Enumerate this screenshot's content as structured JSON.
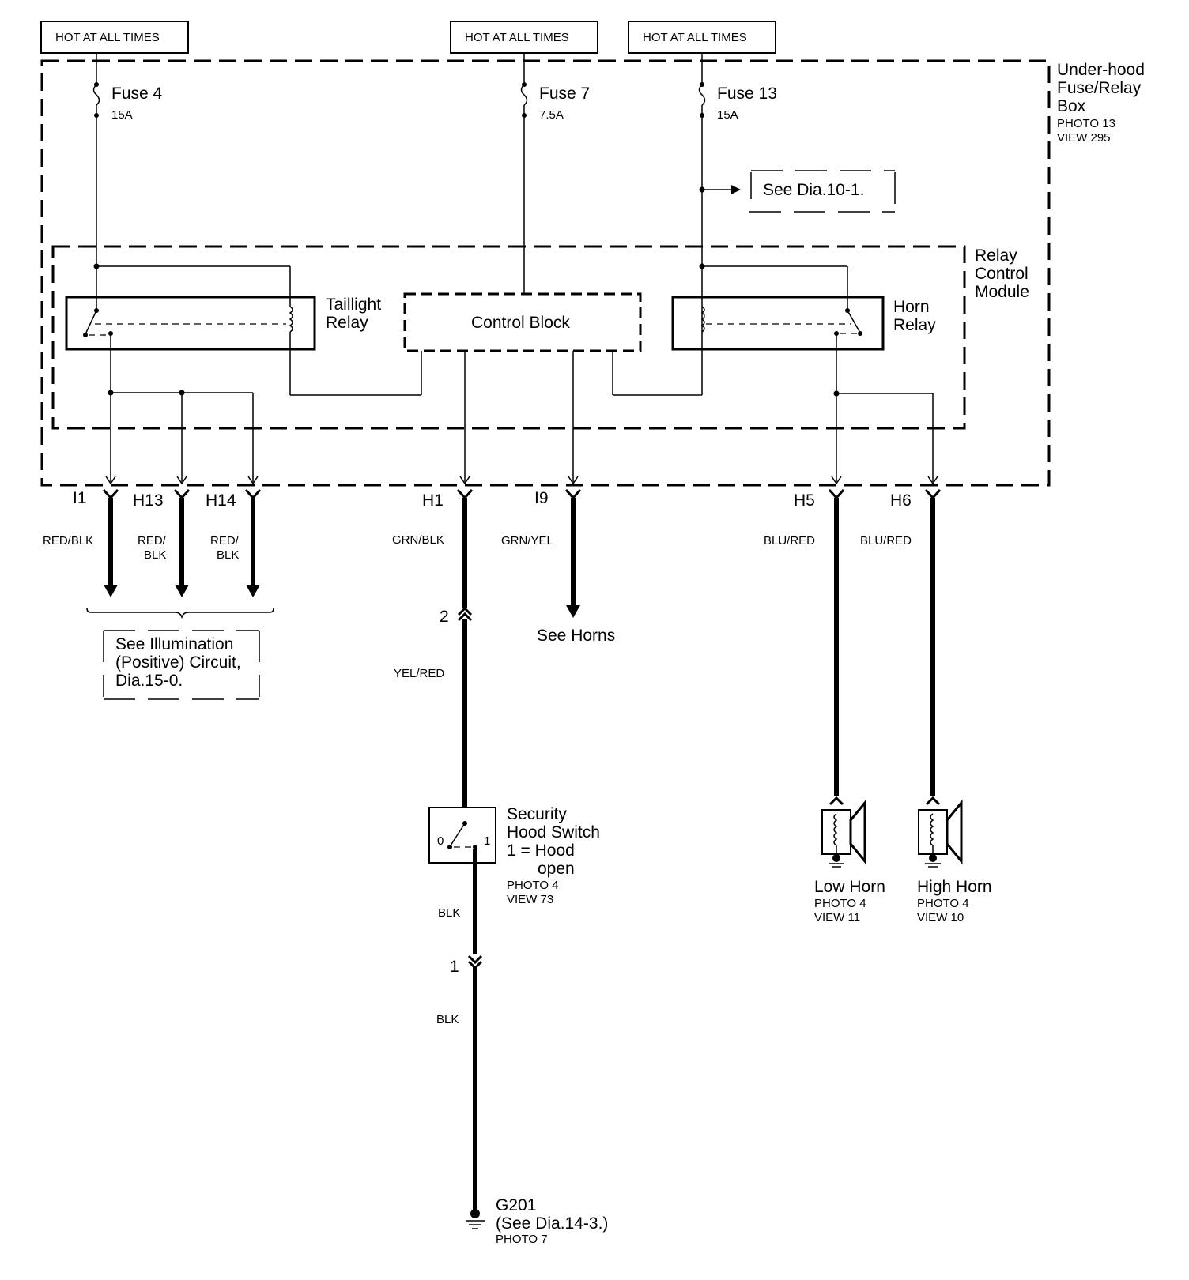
{
  "supplies": {
    "left": "HOT AT ALL TIMES",
    "middle": "HOT AT ALL TIMES",
    "right": "HOT AT ALL TIMES"
  },
  "fuse_box": {
    "line1": "Under-hood",
    "line2": "Fuse/Relay",
    "line3": "Box",
    "photo": "PHOTO 13",
    "view": "VIEW 295"
  },
  "fuses": [
    {
      "name": "Fuse 4",
      "rating": "15A"
    },
    {
      "name": "Fuse 7",
      "rating": "7.5A"
    },
    {
      "name": "Fuse 13",
      "rating": "15A"
    }
  ],
  "see_dia_10": "See Dia.10-1.",
  "relay_module": {
    "line1": "Relay",
    "line2": "Control",
    "line3": "Module"
  },
  "taillight_relay": {
    "line1": "Taillight",
    "line2": "Relay"
  },
  "control_block": "Control Block",
  "horn_relay": {
    "line1": "Horn",
    "line2": "Relay"
  },
  "terminals": {
    "i1": "I1",
    "h13": "H13",
    "h14": "H14",
    "h1": "H1",
    "i9": "I9",
    "h5": "H5",
    "h6": "H6"
  },
  "wire_colors": {
    "i1": "RED/BLK",
    "h13_a": "RED/",
    "h13_b": "BLK",
    "h14_a": "RED/",
    "h14_b": "BLK",
    "h1": "GRN/BLK",
    "i9": "GRN/YEL",
    "h5": "BLU/RED",
    "h6": "BLU/RED",
    "yel_red": "YEL/RED",
    "blk_upper": "BLK",
    "blk_lower": "BLK"
  },
  "illumination_ref": {
    "line1": "See Illumination",
    "line2": "(Positive) Circuit,",
    "line3": "Dia.15-0."
  },
  "see_horns": "See Horns",
  "connector_2": "2",
  "connector_1": "1",
  "hood_switch": {
    "line1": "Security",
    "line2": "Hood Switch",
    "line3": "1 = Hood",
    "line4": "open",
    "photo": "PHOTO 4",
    "view": "VIEW 73",
    "pos0": "0",
    "pos1": "1"
  },
  "low_horn": {
    "name": "Low Horn",
    "photo": "PHOTO 4",
    "view": "VIEW 11"
  },
  "high_horn": {
    "name": "High Horn",
    "photo": "PHOTO 4",
    "view": "VIEW 10"
  },
  "ground": {
    "name": "G201",
    "ref": "(See Dia.14-3.)",
    "photo": "PHOTO 7"
  }
}
